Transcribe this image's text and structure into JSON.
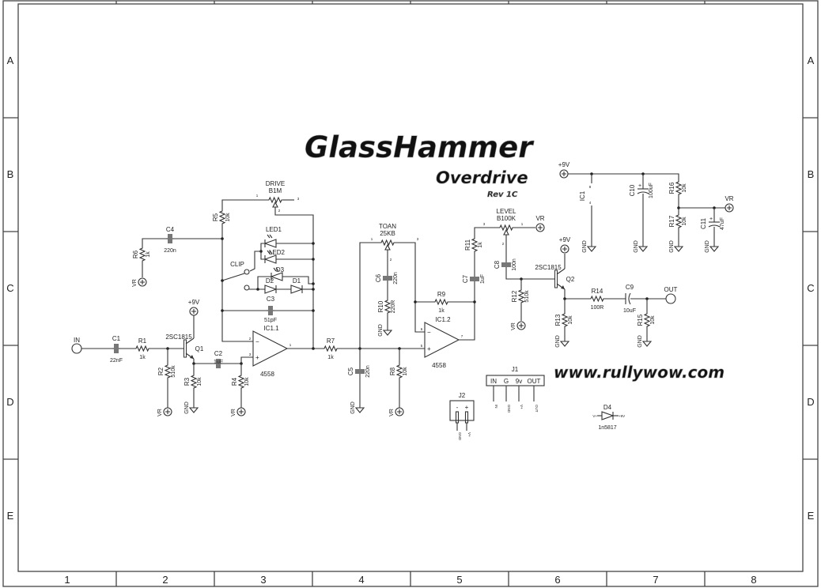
{
  "title": {
    "name": "GlassHammer",
    "subtitle": "Overdrive",
    "revision": "Rev 1C"
  },
  "website": "www.rullywow.com",
  "frame": {
    "columns": [
      "1",
      "2",
      "3",
      "4",
      "5",
      "6",
      "7",
      "8"
    ],
    "rows": [
      "A",
      "B",
      "C",
      "D",
      "E"
    ]
  },
  "nets": {
    "in": "IN",
    "out": "OUT",
    "vcc": "+9V",
    "vr": "VR",
    "gnd": "GND",
    "clip": "CLIP"
  },
  "components": {
    "C1": {
      "ref": "C1",
      "value": "22nF"
    },
    "R1": {
      "ref": "R1",
      "value": "1k"
    },
    "R2": {
      "ref": "R2",
      "value": "510k"
    },
    "Q1": {
      "ref": "Q1",
      "value": "2SC1815"
    },
    "C2": {
      "ref": "C2",
      "value": "1uF"
    },
    "R3": {
      "ref": "R3",
      "value": "10k"
    },
    "R4": {
      "ref": "R4",
      "value": "10k"
    },
    "IC1_1": {
      "ref": "IC1.1",
      "value": "4558"
    },
    "R5": {
      "ref": "R5",
      "value": "10k"
    },
    "DRIVE": {
      "ref": "DRIVE",
      "value": "B1M"
    },
    "C4": {
      "ref": "C4",
      "value": "220n"
    },
    "R6": {
      "ref": "R6",
      "value": "1k"
    },
    "LED1": {
      "ref": "LED1"
    },
    "LED2": {
      "ref": "LED2"
    },
    "D3": {
      "ref": "D3"
    },
    "D2": {
      "ref": "D2"
    },
    "D1": {
      "ref": "D1"
    },
    "C3": {
      "ref": "C3",
      "value": "51pF"
    },
    "R7": {
      "ref": "R7",
      "value": "1k"
    },
    "C5": {
      "ref": "C5",
      "value": "220n"
    },
    "R8": {
      "ref": "R8",
      "value": "10k"
    },
    "TOAN": {
      "ref": "TOAN",
      "value": "25KB"
    },
    "C6": {
      "ref": "C6",
      "value": "220n"
    },
    "R10": {
      "ref": "R10",
      "value": "220R"
    },
    "IC1_2": {
      "ref": "IC1.2",
      "value": "4558"
    },
    "R9": {
      "ref": "R9",
      "value": "1k"
    },
    "C7": {
      "ref": "C7",
      "value": "1uF"
    },
    "R11": {
      "ref": "R11",
      "value": "1k"
    },
    "LEVEL": {
      "ref": "LEVEL",
      "value": "B100K"
    },
    "C8": {
      "ref": "C8",
      "value": "100n"
    },
    "R12": {
      "ref": "R12",
      "value": "510k"
    },
    "Q2": {
      "ref": "Q2",
      "value": "2SC1815"
    },
    "R13": {
      "ref": "R13",
      "value": "10k"
    },
    "R14": {
      "ref": "R14",
      "value": "100R"
    },
    "C9": {
      "ref": "C9",
      "value": "10uF"
    },
    "R15": {
      "ref": "R15",
      "value": "10k"
    },
    "IC1": {
      "ref": "IC1"
    },
    "C10": {
      "ref": "C10",
      "value": "100uF"
    },
    "R16": {
      "ref": "R16",
      "value": "10k"
    },
    "R17": {
      "ref": "R17",
      "value": "10k"
    },
    "C11": {
      "ref": "C11",
      "value": "47uF"
    },
    "D4": {
      "ref": "D4",
      "value": "1n5817"
    }
  },
  "pins": {
    "p1": "1",
    "p2": "2",
    "p3": "3",
    "p5": "5",
    "p6": "6",
    "p7": "7",
    "p4": "4",
    "p8": "8",
    "minus": "-",
    "plus": "+"
  },
  "connectors": {
    "J1": {
      "ref": "J1",
      "headers": [
        "IN",
        "G",
        "9v",
        "OUT"
      ],
      "pin_nets": [
        "IN",
        "GND",
        "V+",
        "OUT"
      ]
    },
    "J2": {
      "ref": "J2",
      "headers": [
        "-",
        "+"
      ],
      "pin_nets": [
        "GND",
        "V+"
      ]
    },
    "D4_nets": {
      "left": "V+",
      "right": "+9V"
    }
  }
}
